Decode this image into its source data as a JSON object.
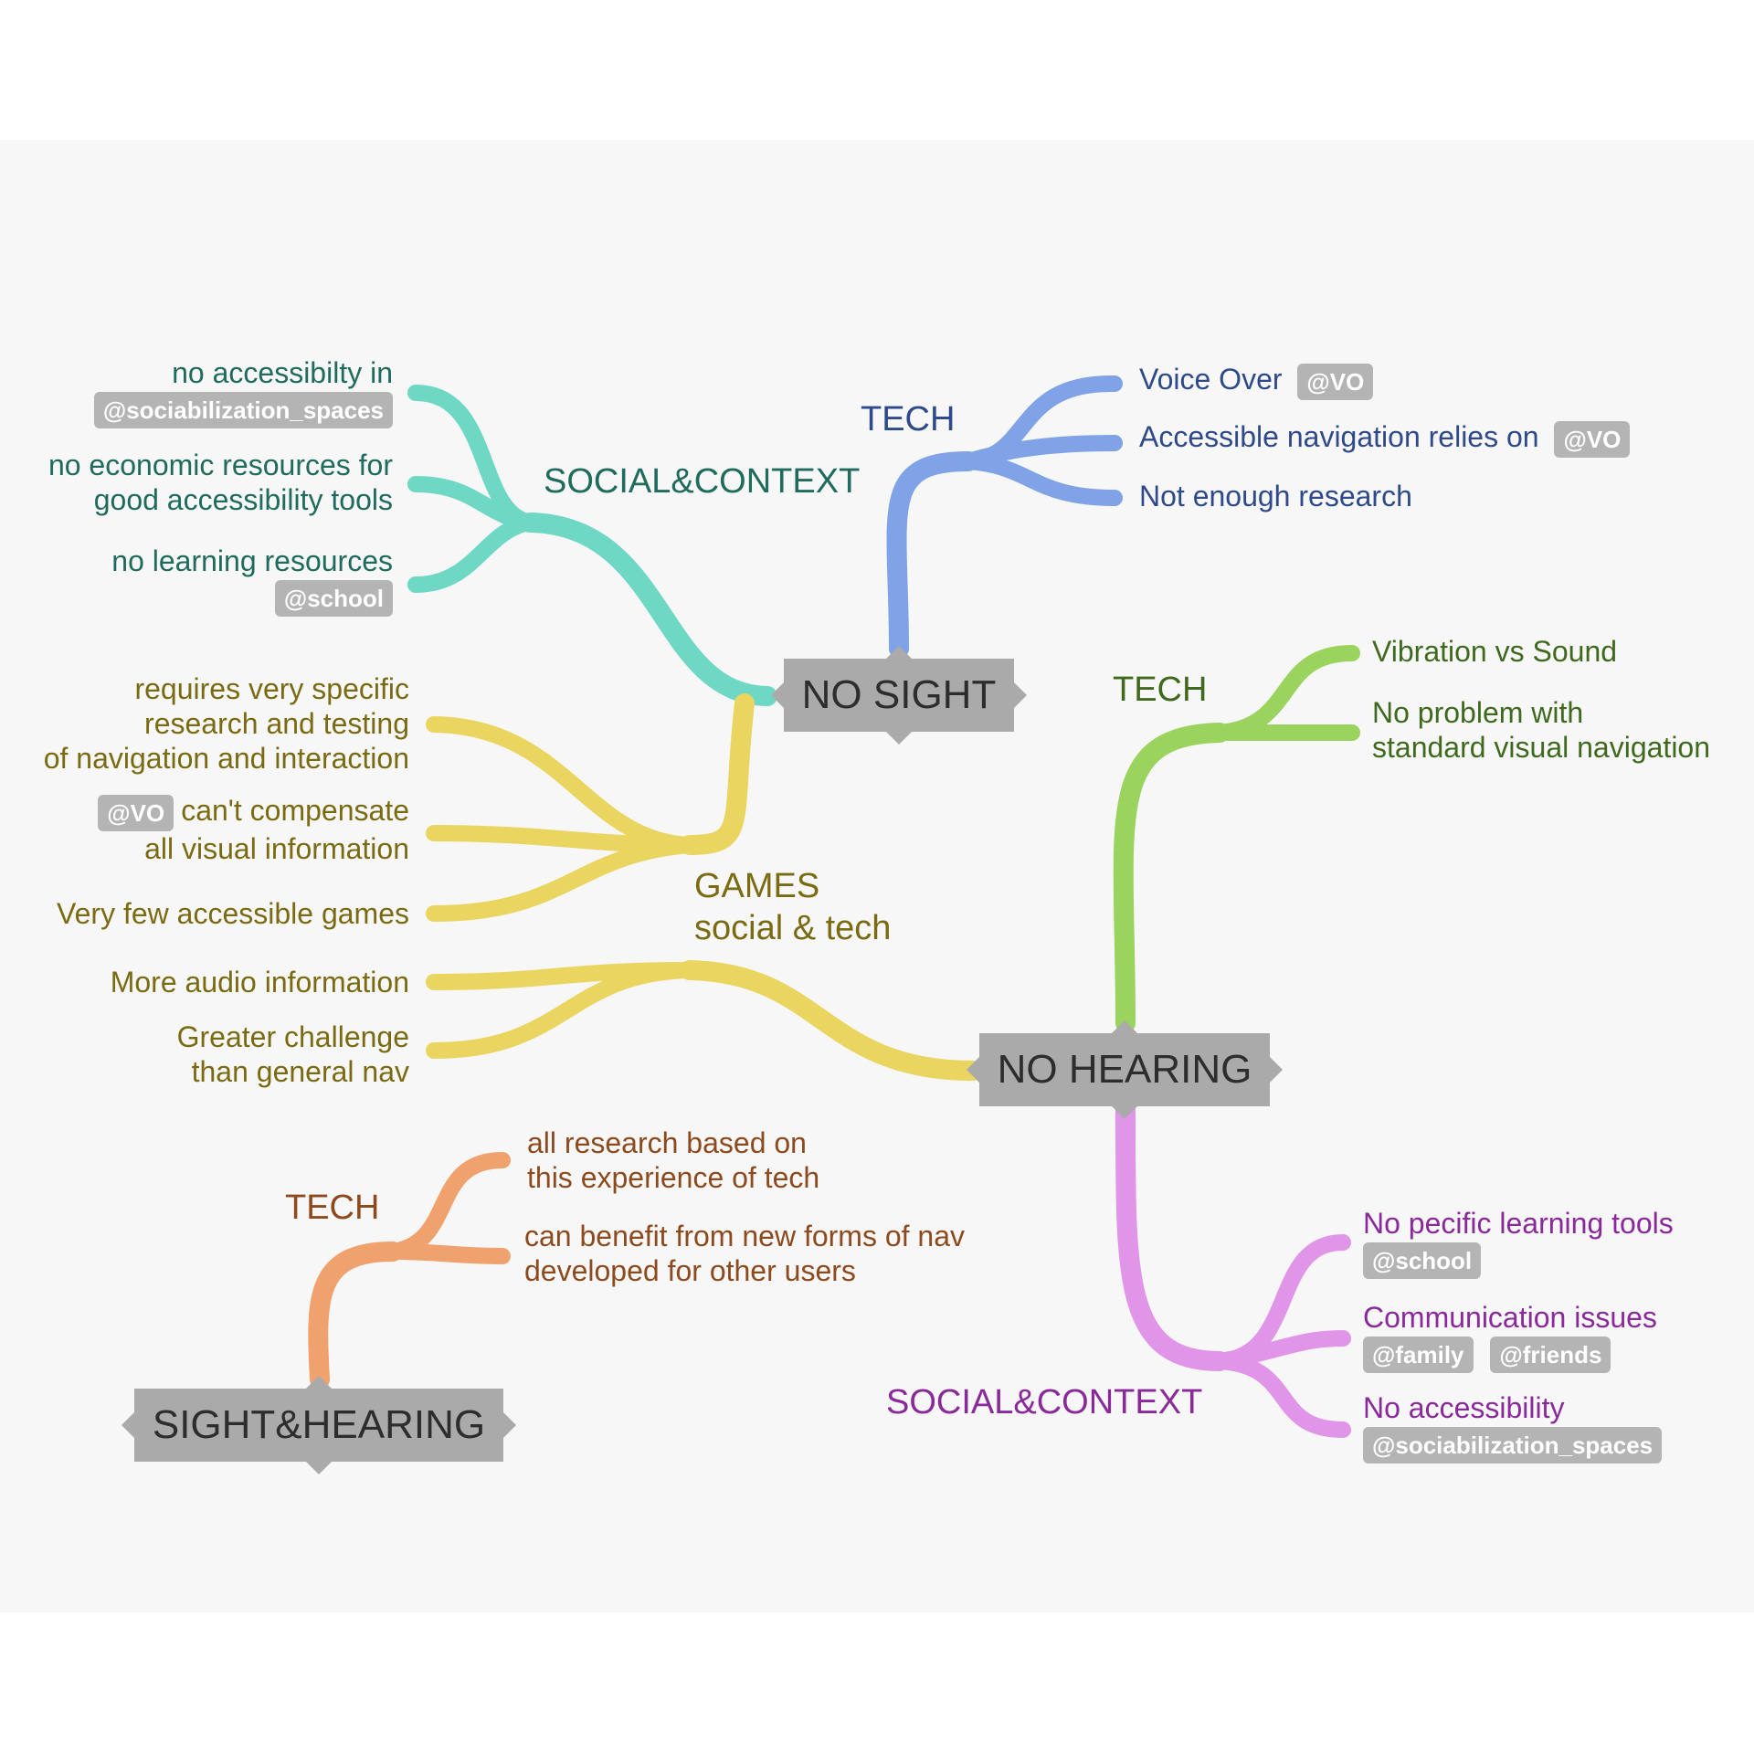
{
  "nodes": {
    "no_sight": "NO SIGHT",
    "no_hearing": "NO HEARING",
    "sight_hearing": "SIGHT&HEARING"
  },
  "no_sight": {
    "tech": {
      "label": "TECH",
      "items": [
        {
          "text": "Voice Over",
          "tag": "@VO"
        },
        {
          "text": "Accessible navigation relies on",
          "tag": "@VO"
        },
        {
          "text": "Not enough research"
        }
      ]
    },
    "social": {
      "label": "SOCIAL&CONTEXT",
      "items": [
        {
          "text": "no accessibilty in",
          "tag": "@sociabilization_spaces"
        },
        {
          "line1": "no economic resources for",
          "line2": "good accessibility tools"
        },
        {
          "text": "no learning resources",
          "tag": "@school"
        }
      ]
    }
  },
  "games": {
    "label_line1": "GAMES",
    "label_line2": "social & tech",
    "items": [
      {
        "line1": "requires very specific",
        "line2": "research and testing",
        "line3": "of navigation and interaction"
      },
      {
        "tag": "@VO",
        "line1": "can't compensate",
        "line2": "all visual information"
      },
      {
        "text": "Very few accessible games"
      },
      {
        "text": "More audio information"
      },
      {
        "line1": "Greater challenge",
        "line2": "than general nav"
      }
    ]
  },
  "no_hearing": {
    "tech": {
      "label": "TECH",
      "items": [
        {
          "text": "Vibration vs Sound"
        },
        {
          "line1": "No problem with",
          "line2": "standard visual navigation"
        }
      ]
    },
    "social": {
      "label": "SOCIAL&CONTEXT",
      "items": [
        {
          "text": "No pecific learning tools",
          "tag": "@school"
        },
        {
          "text": "Communication issues",
          "tags": [
            "@family",
            "@friends"
          ]
        },
        {
          "text": "No accessibility",
          "tag": "@sociabilization_spaces"
        }
      ]
    }
  },
  "sight_hearing": {
    "tech": {
      "label": "TECH",
      "items": [
        {
          "line1": "all research based on",
          "line2": "this experience of tech"
        },
        {
          "line1": "can benefit from new forms of nav",
          "line2": "developed for other users"
        }
      ]
    }
  },
  "colors": {
    "teal": "#6fd8c4",
    "blue": "#7fa3e6",
    "green": "#9ad45e",
    "yellow": "#ead560",
    "orange": "#f0a26e",
    "pink": "#e195e8",
    "node": "#aaaaaa"
  }
}
